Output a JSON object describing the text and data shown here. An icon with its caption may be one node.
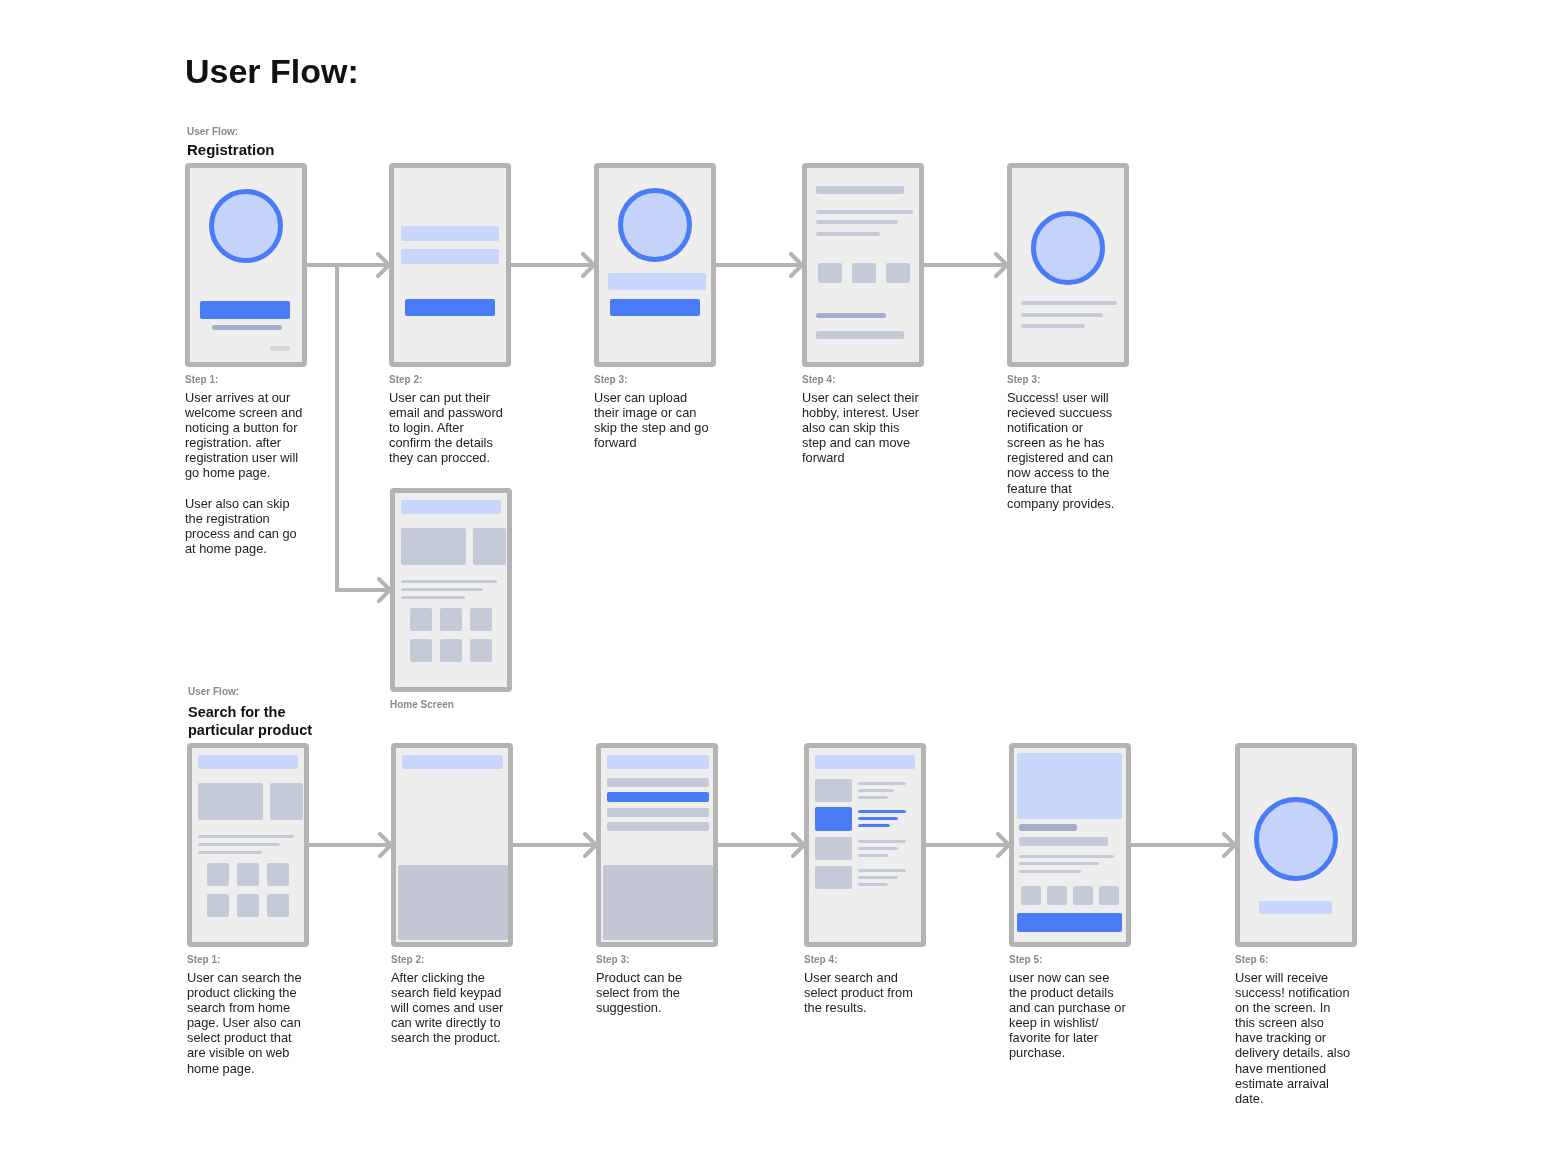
{
  "diagram": {
    "title": "User Flow:",
    "nodes": [
      {
        "text": [],
        "shape": "picture",
        "beside": [
          "Step 1:",
          "User arrives at our welcome screen and noticing a button for registration. after registration user will go home page.",
          "User also can skip the registration process and can go at home page."
        ]
      },
      {
        "text": [],
        "shape": "picture",
        "beside": [
          "Step 2:",
          "User can put their email and password to login. After confirm the details they can procced."
        ]
      },
      {
        "text": [],
        "shape": "picture",
        "beside": [
          "Step 3:",
          "User can upload their image or can skip the step and go forward"
        ]
      },
      {
        "text": [],
        "shape": "picture",
        "beside": [
          "Step 4:",
          "User can select their hobby, interest. User also can skip this step and can move forward"
        ]
      },
      {
        "text": [],
        "shape": "picture",
        "beside": [
          "Step 3:",
          "Success! user will recieved succuess notification or screen as he has registered and can now access to the feature that company provides."
        ]
      },
      {
        "text": [],
        "shape": "picture",
        "beside": [
          "Home Screen"
        ]
      },
      {
        "text": [],
        "shape": "picture",
        "beside": [
          "Step 1:",
          "User can search the product clicking the search from home page. User also can select product that are visible on web home page."
        ]
      },
      {
        "text": [],
        "shape": "picture",
        "beside": [
          "Step 2:",
          "After clicking the search field keypad will comes and user can write directly to search the product."
        ]
      },
      {
        "text": [],
        "shape": "picture",
        "beside": [
          "Step 3:",
          "Product can be select from the suggestion."
        ]
      },
      {
        "text": [],
        "shape": "picture",
        "beside": [
          "Step 4:",
          "User search and select product from the results."
        ]
      },
      {
        "text": [],
        "shape": "picture",
        "beside": [
          "Step 5:",
          "user now can see the product details and can purchase or keep in wishlist/ favorite for later purchase."
        ]
      },
      {
        "text": [],
        "shape": "picture",
        "beside": [
          "Step 6:",
          "User will receive success! notification on the screen. In this screen also have tracking or delivery details. also have mentioned estimate arraival date."
        ]
      }
    ],
    "edges": [
      {
        "from": 0,
        "to": 1,
        "arrow": "to"
      },
      {
        "from": 1,
        "to": 2,
        "arrow": "to"
      },
      {
        "from": 2,
        "to": 3,
        "arrow": "to"
      },
      {
        "from": 3,
        "to": 4,
        "arrow": "to"
      },
      {
        "from": 0,
        "to": 5,
        "arrow": "to"
      },
      {
        "from": 6,
        "to": 7,
        "arrow": "to"
      },
      {
        "from": 7,
        "to": 8,
        "arrow": "to"
      },
      {
        "from": 8,
        "to": 9,
        "arrow": "to"
      },
      {
        "from": 9,
        "to": 10,
        "arrow": "to"
      },
      {
        "from": 10,
        "to": 11,
        "arrow": "to"
      }
    ],
    "labels": [
      "User Flow:",
      "Registration",
      "User Flow:",
      "Search for the particular product"
    ]
  }
}
